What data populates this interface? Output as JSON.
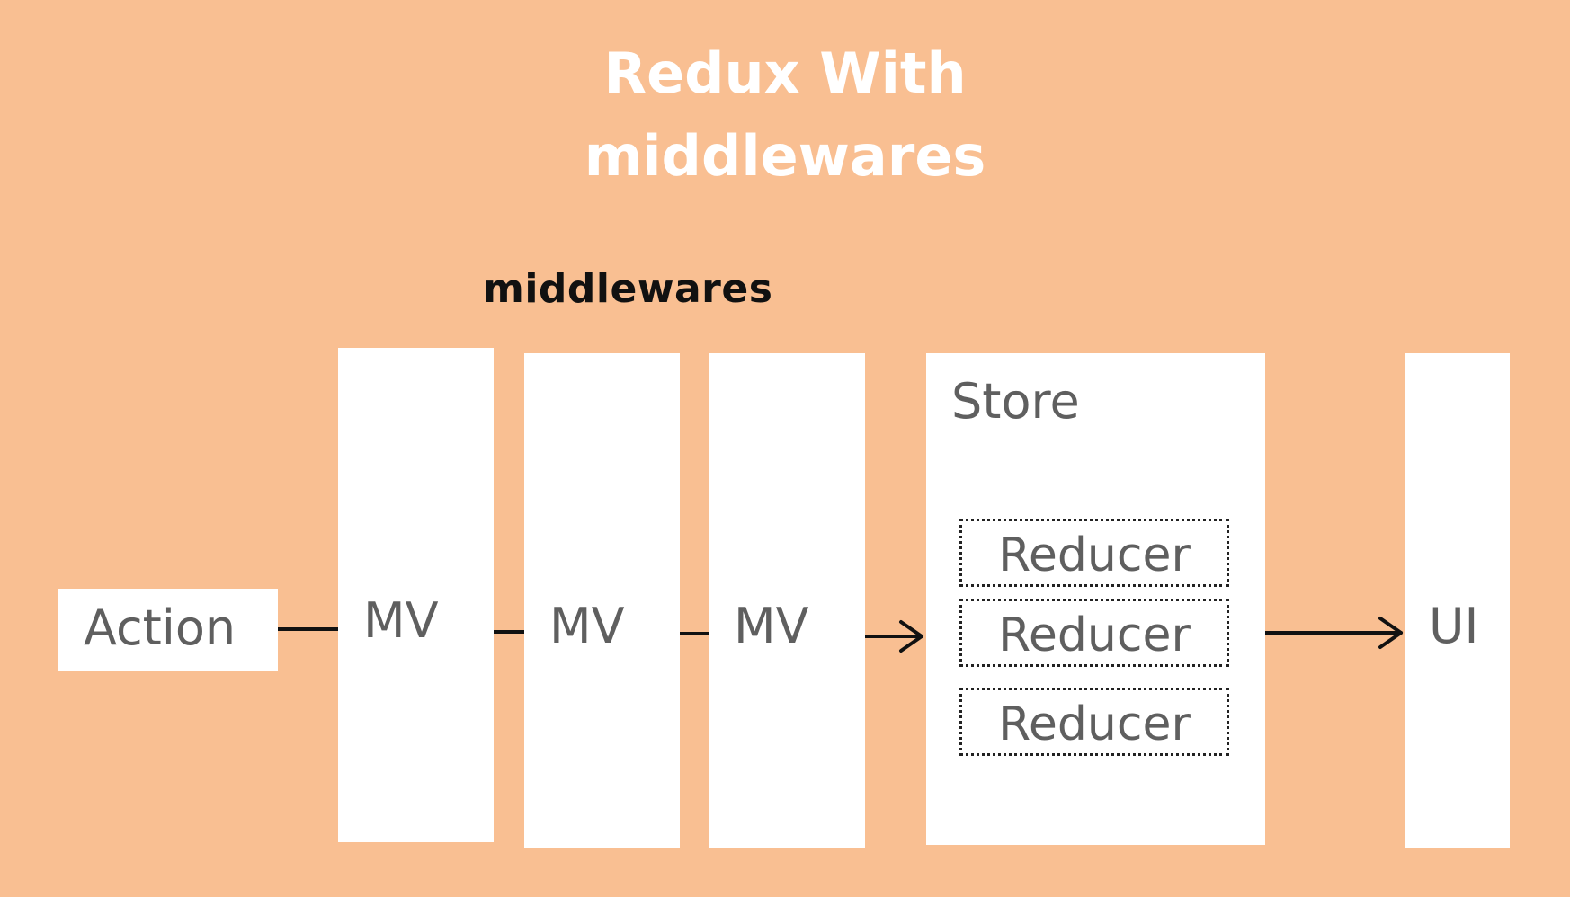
{
  "title": {
    "line1": "Redux With",
    "line2": "middlewares"
  },
  "section_label": "middlewares",
  "nodes": {
    "action": "Action",
    "mv1": "MV",
    "mv2": "MV",
    "mv3": "MV",
    "store": "Store",
    "reducers": [
      "Reducer",
      "Reducer",
      "Reducer"
    ],
    "ui": "UI"
  },
  "colors": {
    "background": "#F9BF92",
    "box": "#ffffff",
    "box_text": "#5f5f5f",
    "title_text": "#ffffff",
    "connector": "#111111"
  }
}
